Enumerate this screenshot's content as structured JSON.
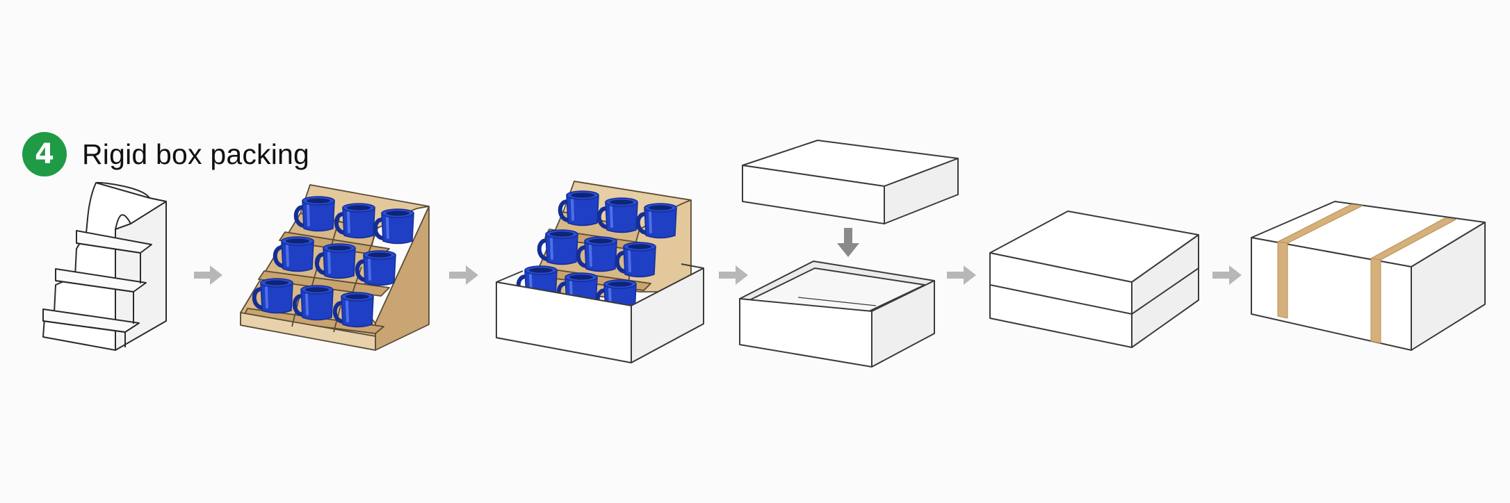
{
  "header": {
    "step_number": "4",
    "title": "Rigid box packing"
  },
  "colors": {
    "badge": "#1f9a45",
    "mug": "#1f3fc4",
    "kraft": "#d8b887",
    "tape": "#d6b07a",
    "arrow": "#b7b7b7"
  },
  "icons": [
    "step-badge-icon",
    "right-arrow-icon",
    "down-arrow-icon",
    "mug-icon"
  ],
  "stages": [
    {
      "name": "white-stepped-insert"
    },
    {
      "name": "kraft-insert-with-mugs"
    },
    {
      "name": "insert-placed-in-box-base"
    },
    {
      "name": "lid-lowered-onto-base"
    },
    {
      "name": "closed-rigid-box"
    },
    {
      "name": "taped-rigid-box"
    }
  ]
}
